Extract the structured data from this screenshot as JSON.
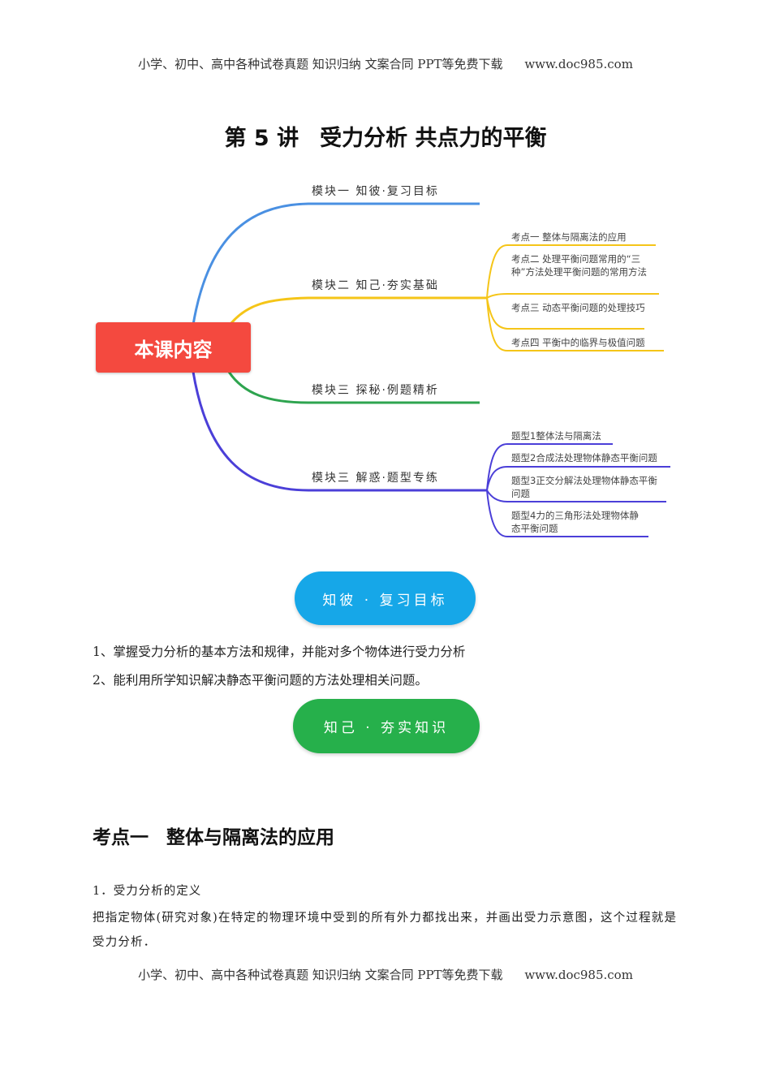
{
  "header": {
    "text": "小学、初中、高中各种试卷真题 知识归纳 文案合同 PPT等免费下载",
    "site": "www.doc985.com"
  },
  "title": {
    "lecture": "第 5 讲",
    "topic": "受力分析 共点力的平衡"
  },
  "mindmap": {
    "center": "本课内容",
    "colors": {
      "center": "#f4493f",
      "branch1": "#4a90e2",
      "branch2": "#f5c518",
      "branch3": "#2ea44f",
      "branch4": "#4b3fd8"
    },
    "branches": [
      {
        "label": "模块一  知彼·复习目标",
        "leaves": []
      },
      {
        "label": "模块二  知己·夯实基础",
        "leaves": [
          "考点一    整体与隔离法的应用",
          "考点二    处理平衡问题常用的“三种”方法处理平衡问题的常用方法",
          "考点三    动态平衡问题的处理技巧",
          "考点四    平衡中的临界与极值问题"
        ]
      },
      {
        "label": "模块三  探秘·例题精析",
        "leaves": []
      },
      {
        "label": "模块三  解惑·题型专练",
        "leaves": [
          "题型1整体法与隔离法",
          "题型2合成法处理物体静态平衡问题",
          "题型3正交分解法处理物体静态平衡问题",
          "题型4力的三角形法处理物体静态平衡问题"
        ]
      }
    ]
  },
  "section1": {
    "pill": "知彼 · 复习目标",
    "items": [
      "1、掌握受力分析的基本方法和规律，并能对多个物体进行受力分析",
      "2、能利用所学知识解决静态平衡问题的方法处理相关问题。"
    ]
  },
  "section2": {
    "pill": "知己 · 夯实知识"
  },
  "kaodian1": {
    "label": "考点一",
    "title": "整体与隔离法的应用",
    "subheading": "1．受力分析的定义",
    "paragraph": "把指定物体(研究对象)在特定的物理环境中受到的所有外力都找出来，并画出受力示意图，这个过程就是受力分析．"
  },
  "footer": {
    "text": "小学、初中、高中各种试卷真题 知识归纳 文案合同 PPT等免费下载",
    "site": "www.doc985.com"
  }
}
